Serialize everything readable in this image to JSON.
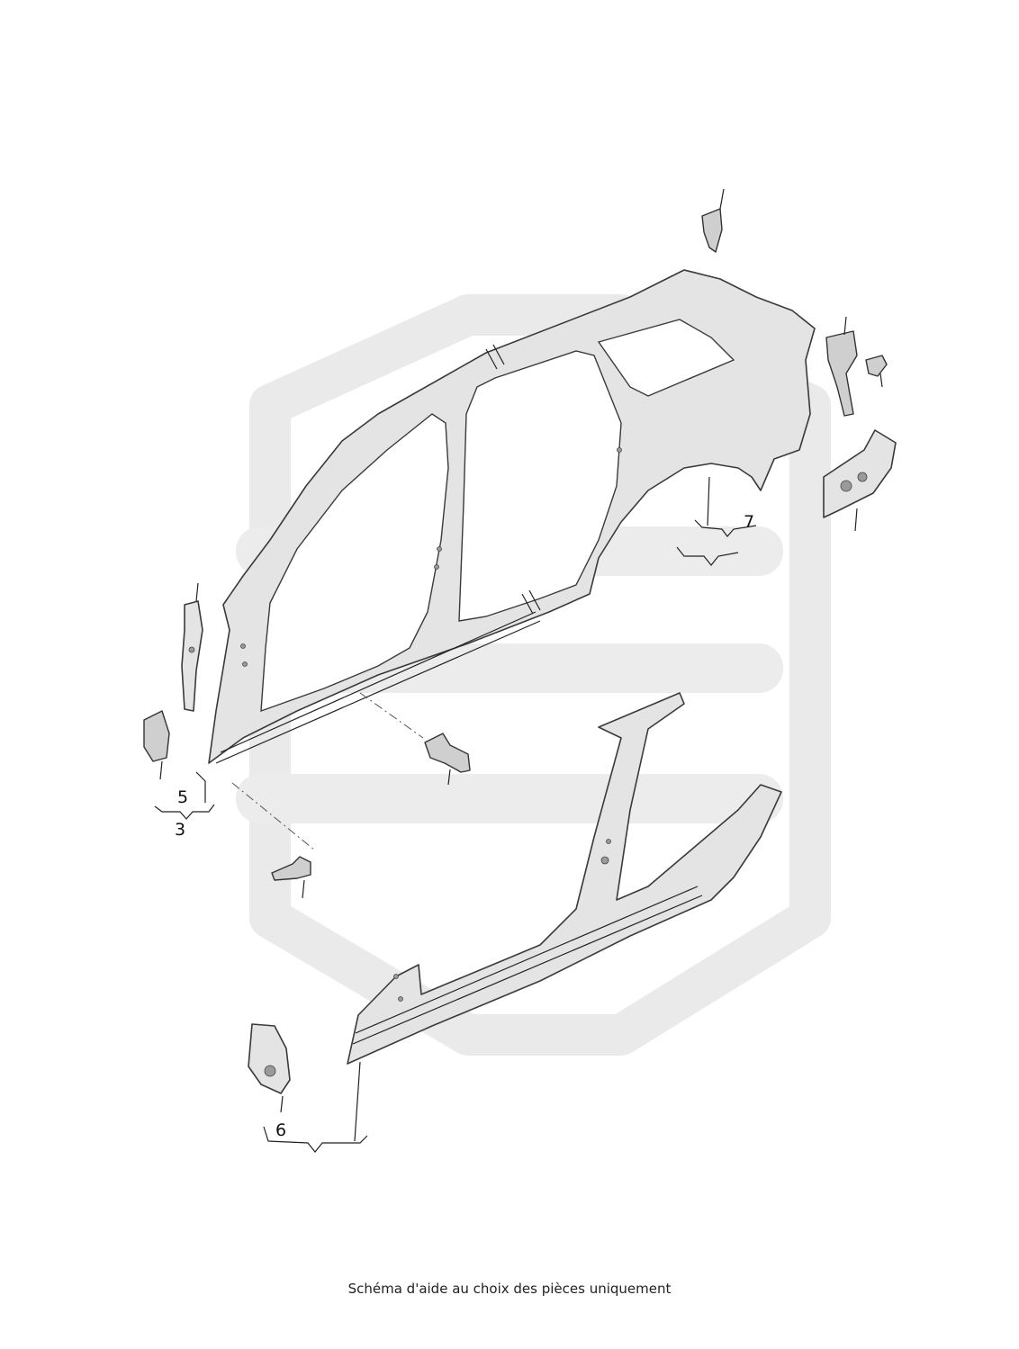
{
  "callouts": {
    "c3": "3",
    "c5": "5",
    "c6": "6",
    "c7": "7"
  },
  "caption": "Schéma d'aide au choix des pièces uniquement",
  "watermark_color": "#ececec",
  "line_color": "#3a3a3a",
  "part_fill": "#e4e4e4"
}
